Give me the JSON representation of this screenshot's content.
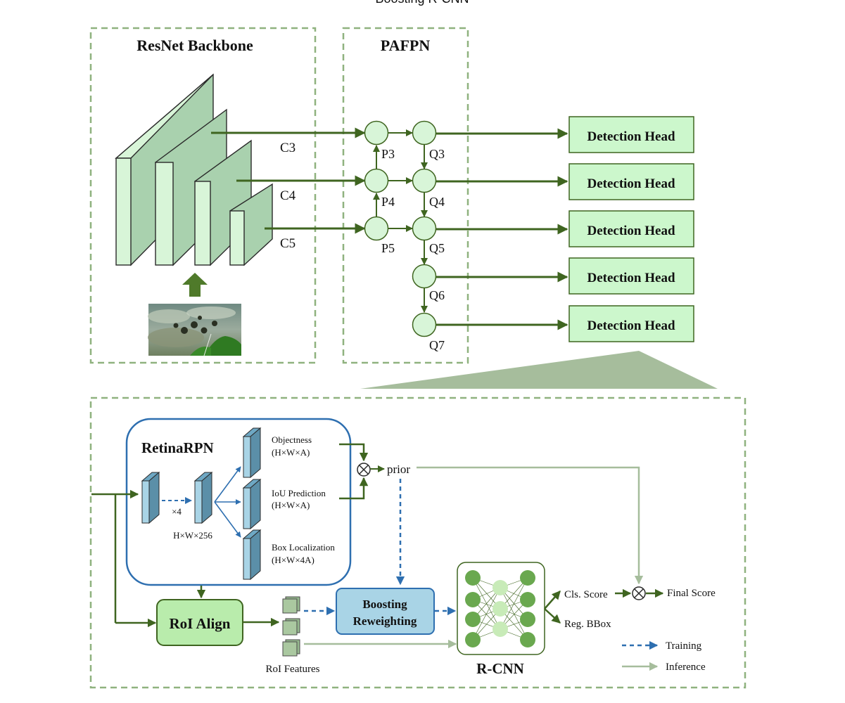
{
  "title": "Boosting R-CNN",
  "backbone": {
    "title": "ResNet Backbone",
    "stages": [
      "C3",
      "C4",
      "C5"
    ]
  },
  "fpn": {
    "title": "PAFPN",
    "p_nodes": [
      "P3",
      "P4",
      "P5"
    ],
    "q_nodes": [
      "Q3",
      "Q4",
      "Q5",
      "Q6",
      "Q7"
    ]
  },
  "heads": [
    "Detection Head",
    "Detection Head",
    "Detection Head",
    "Detection Head",
    "Detection Head"
  ],
  "rpn": {
    "title": "RetinaRPN",
    "repeat": "×4",
    "feature_dim": "H×W×256",
    "outputs": [
      {
        "name": "Objectness",
        "dim": "(H×W×A)"
      },
      {
        "name": "IoU Prediction",
        "dim": "(H×W×A)"
      },
      {
        "name": "Box Localization",
        "dim": "(H×W×4A)"
      }
    ]
  },
  "prior_label": "prior",
  "roi_align": "RoI Align",
  "roi_features": "RoI Features",
  "boosting": [
    "Boosting",
    "Reweighting"
  ],
  "rcnn": "R-CNN",
  "outputs": {
    "cls": "Cls. Score",
    "reg": "Reg. BBox",
    "final": "Final Score"
  },
  "legend": {
    "training": "Training",
    "inference": "Inference"
  },
  "colors": {
    "dark_green": "#3f6520",
    "mint": "#d8f5d8",
    "mint_side": "#a9d1ae",
    "head_fill": "#ccf7cc",
    "dash_green": "#8fb27f",
    "blue": "#2e6fb0",
    "light_blue": "#a9d4e6",
    "pale_green": "#a6bd9c"
  }
}
